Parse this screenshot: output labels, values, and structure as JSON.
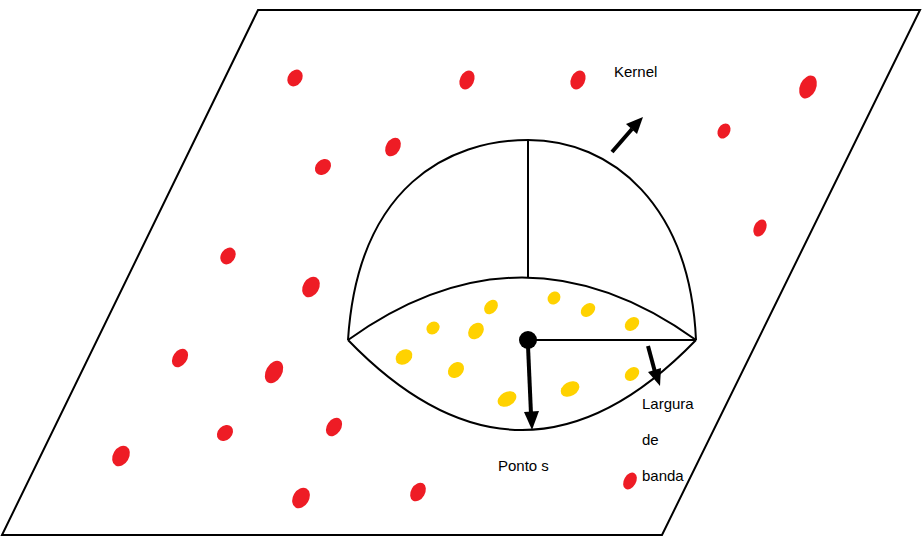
{
  "diagram": {
    "labels": [
      "Kernel",
      "Ponto s",
      "Largura de banda"
    ]
  }
}
